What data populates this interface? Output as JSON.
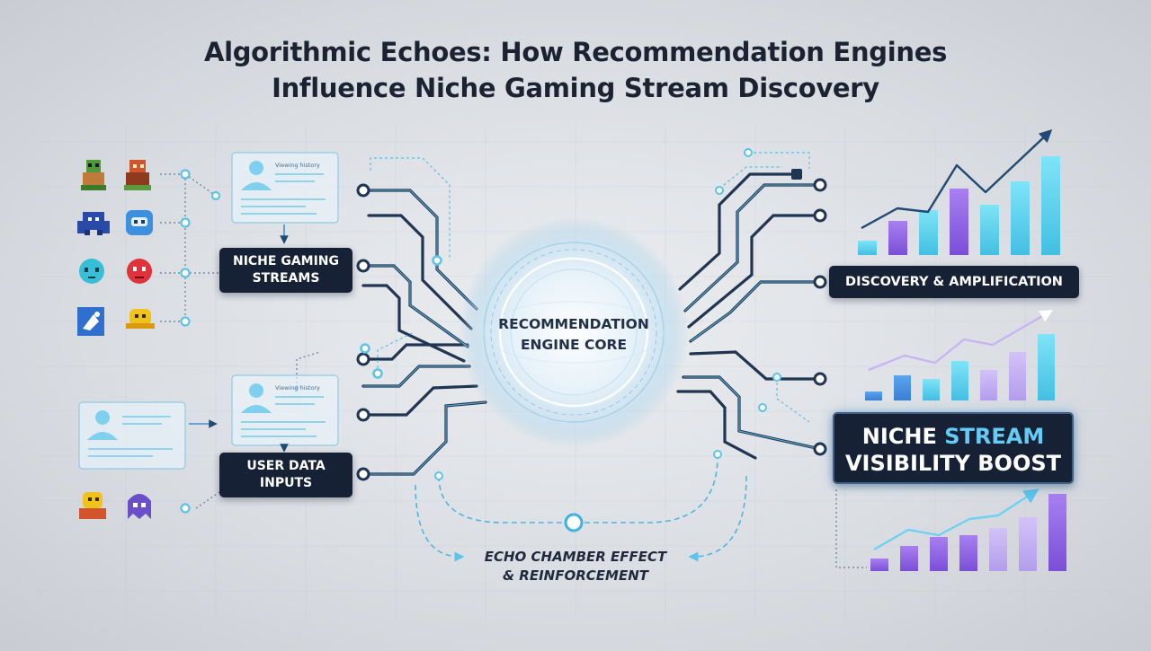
{
  "title": {
    "line1": "Algorithmic Echoes: How Recommendation Engines",
    "line2": "Influence Niche Gaming Stream Discovery"
  },
  "labels": {
    "niche_line1": "NICHE GAMING",
    "niche_line2": "STREAMS",
    "user_line1": "USER DATA",
    "user_line2": "INPUTS",
    "core_line1": "RECOMMENDATION",
    "core_line2": "ENGINE CORE",
    "discovery": "DISCOVERY & AMPLIFICATION",
    "boost_word1": "NICHE",
    "boost_word2": "STREAM",
    "boost_line2": "VISIBILITY BOOST",
    "echo_line1": "ECHO CHAMBER EFFECT",
    "echo_line2": "& REINFORCEMENT",
    "card_line1": "Viewing history",
    "card_line2": "Viewing history"
  },
  "colors": {
    "accent_cyan": "#64cbf5",
    "dark_navy": "#172136",
    "circuit": "#1f3552",
    "bar_purple": "#8f62e2",
    "bar_cyan": "#5fd4ee"
  },
  "icons": [
    "green-warrior-icon",
    "fire-warrior-icon",
    "blue-monster-icon",
    "blue-robot-icon",
    "cyan-blob-icon",
    "red-blob-icon",
    "blue-pixel-card-icon",
    "yellow-crab-icon",
    "yellow-knight-icon",
    "purple-ghost-icon"
  ]
}
